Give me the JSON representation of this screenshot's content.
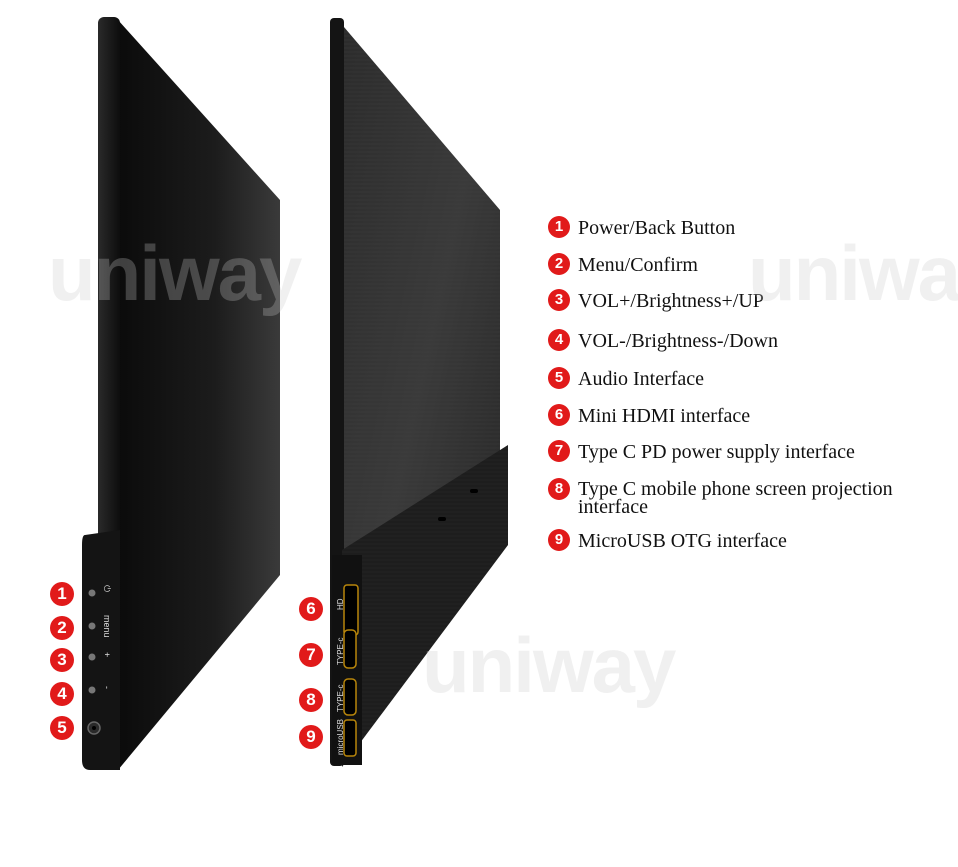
{
  "brand": {
    "watermark_text": "uniway"
  },
  "colors": {
    "badge_red": "#e11a1a",
    "device_black": "#1b1b1b",
    "background": "#ffffff"
  },
  "legend": {
    "items": [
      {
        "number": "1",
        "label": "Power/Back Button"
      },
      {
        "number": "2",
        "label": "Menu/Confirm"
      },
      {
        "number": "3",
        "label": "VOL+/Brightness+/UP"
      },
      {
        "number": "4",
        "label": "VOL-/Brightness-/Down"
      },
      {
        "number": "5",
        "label": "Audio Interface"
      },
      {
        "number": "6",
        "label": "Mini HDMI interface"
      },
      {
        "number": "7",
        "label": "Type C PD power supply interface"
      },
      {
        "number": "8",
        "label": "Type C mobile phone screen projection interface"
      },
      {
        "number": "9",
        "label": "MicroUSB OTG interface"
      }
    ]
  },
  "left_device": {
    "button_labels": [
      "⏻",
      "menu",
      "+",
      "-"
    ],
    "callouts": [
      "1",
      "2",
      "3",
      "4",
      "5"
    ]
  },
  "right_device": {
    "port_labels": [
      "HD",
      "TYPE-c",
      "TYPE-c",
      "microUSB"
    ],
    "callouts": [
      "6",
      "7",
      "8",
      "9"
    ]
  }
}
